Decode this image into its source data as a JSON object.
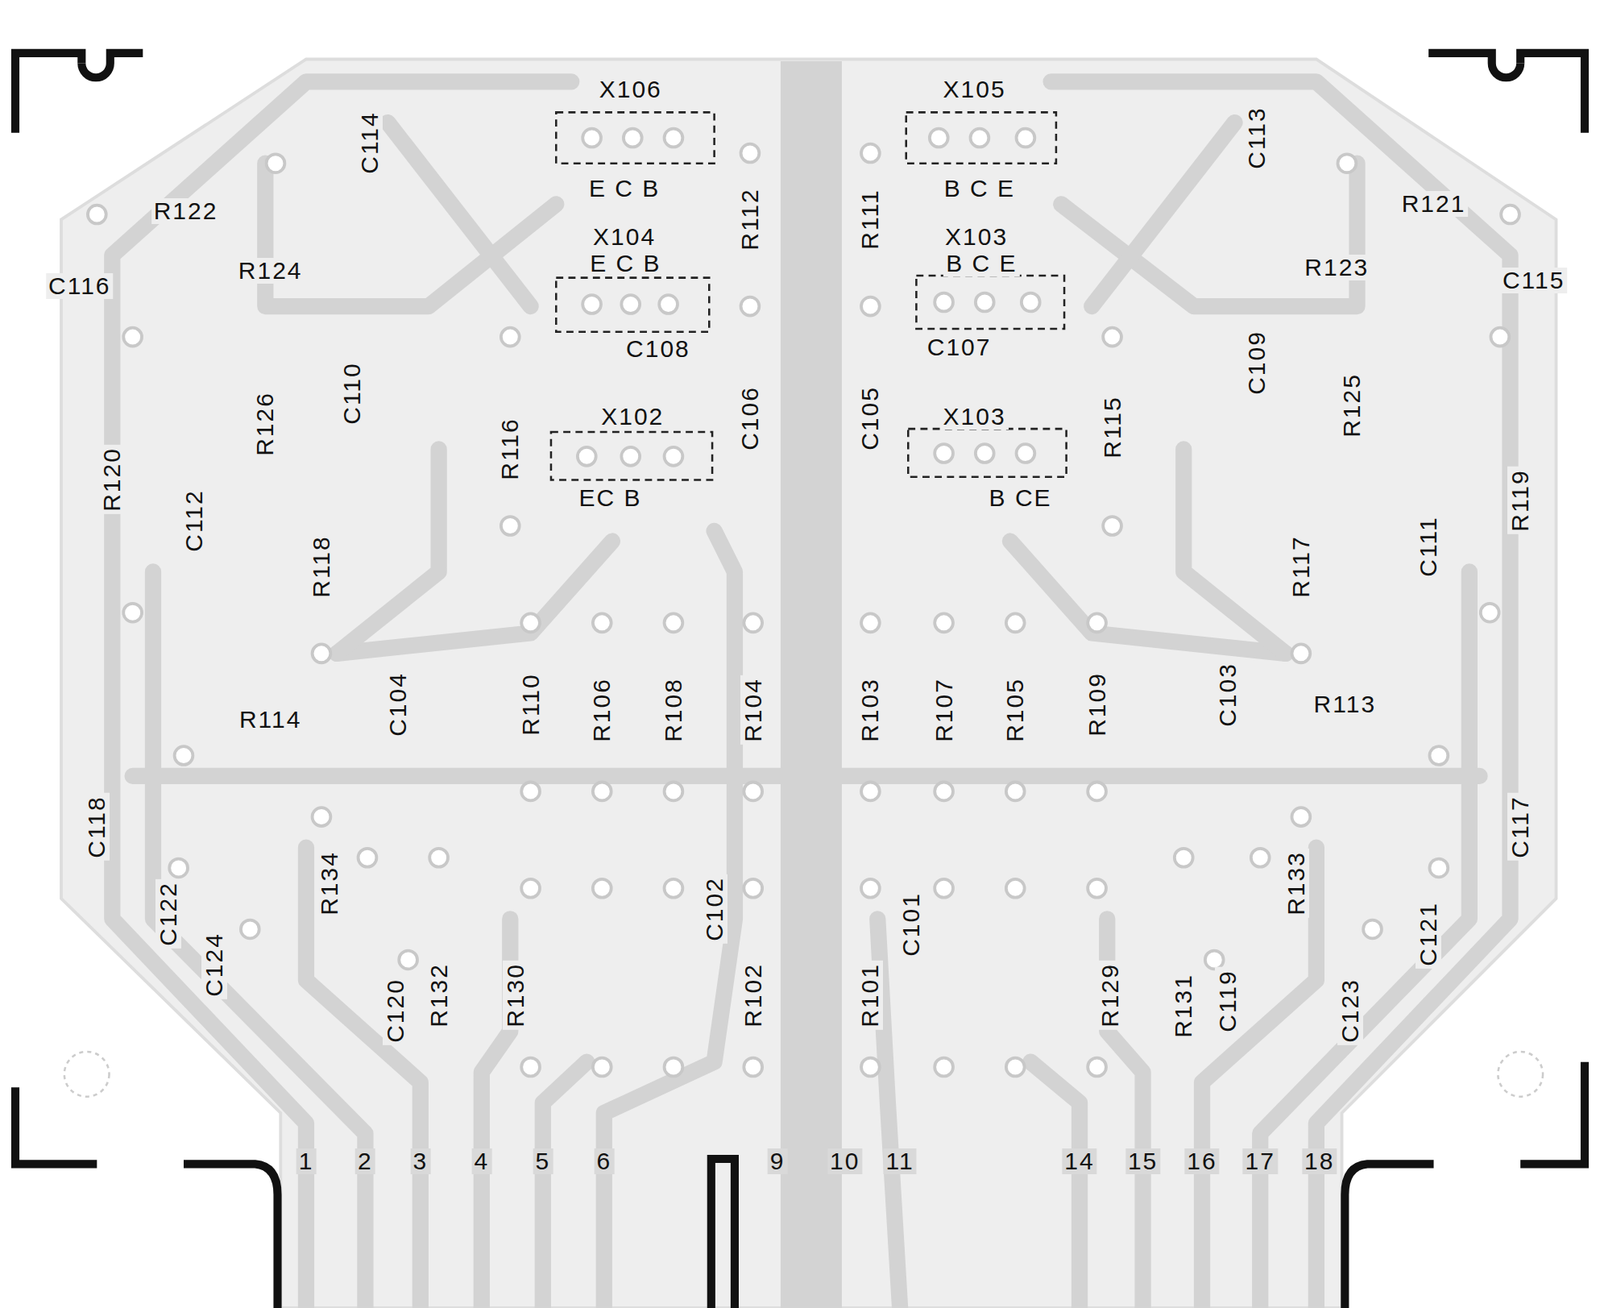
{
  "diagram": {
    "labels": [
      "X106",
      "E C B",
      "X105",
      "B C E",
      "X104",
      "E C B",
      "X103",
      "B C E",
      "R112",
      "R111",
      "C114",
      "C113",
      "R122",
      "R121",
      "R124",
      "R123",
      "C116",
      "C115",
      "C108",
      "C107",
      "C110",
      "C109",
      "R126",
      "R116",
      "X102",
      "C106",
      "C105",
      "X103",
      "R115",
      "R125",
      "R120",
      "R119",
      "C112",
      "EC B",
      "B CE",
      "C111",
      "R118",
      "R117",
      "C104",
      "R110",
      "R106",
      "R108",
      "R104",
      "R103",
      "R107",
      "R105",
      "R109",
      "C103",
      "R114",
      "R113",
      "C118",
      "C117",
      "R134",
      "R133",
      "C102",
      "C101",
      "C122",
      "C121",
      "C124",
      "C120",
      "R132",
      "R130",
      "R102",
      "R101",
      "R129",
      "R131",
      "C119",
      "C123",
      "1",
      "2",
      "3",
      "4",
      "5",
      "6",
      "9",
      "10",
      "11",
      "14",
      "15",
      "16",
      "17",
      "18"
    ]
  }
}
